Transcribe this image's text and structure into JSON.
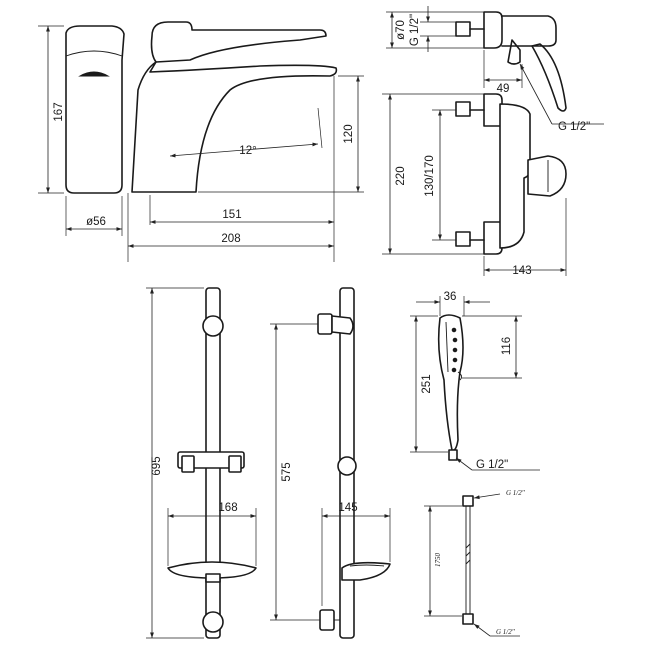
{
  "dimensions": {
    "faucet_height": "167",
    "faucet_base_dia": "ø56",
    "faucet_reach": "151",
    "faucet_length": "208",
    "faucet_spout_height": "120",
    "faucet_angle": "12°",
    "mixer_pipe_dia": "ø70",
    "mixer_thread_top": "G 1/2\"",
    "mixer_offset": "49",
    "mixer_thread_side": "G 1/2\"",
    "mixer_height": "220",
    "mixer_centers": "130/170",
    "mixer_depth": "143",
    "rail_total": "695",
    "rail_holder_width": "168",
    "rail_side_total": "575",
    "rail_side_depth": "145",
    "shower_head_width": "36",
    "shower_head_face": "116",
    "shower_head_length": "251",
    "shower_head_thread": "G 1/2\"",
    "hose_thread_top": "G 1/2\"",
    "hose_length": "1750",
    "hose_thread_bottom": "G 1/2\""
  }
}
